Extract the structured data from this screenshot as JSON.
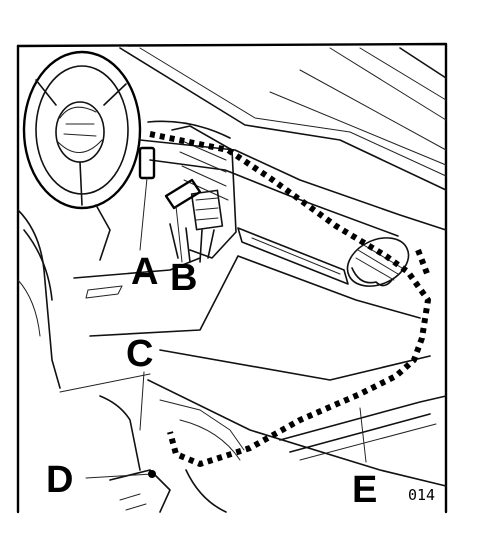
{
  "diagram": {
    "figure_number": "014",
    "callouts": {
      "a": "A",
      "b": "B",
      "c": "C",
      "d": "D",
      "e": "E"
    },
    "ink_color": "#000000",
    "paper_color": "#ffffff"
  }
}
